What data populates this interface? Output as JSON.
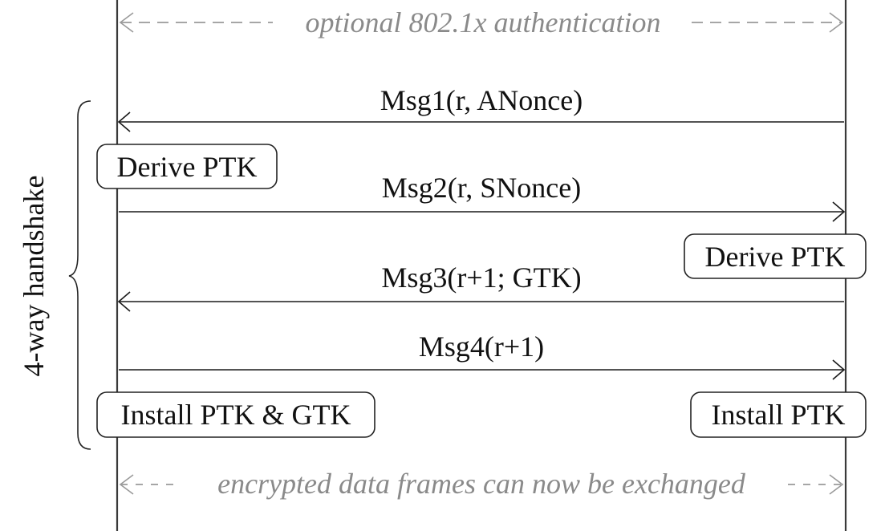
{
  "annotations": {
    "optional_auth": "optional 802.1x authentication",
    "encrypted_frames": "encrypted data frames can now be exchanged"
  },
  "messages": [
    {
      "label": "Msg1(r, ANonce)",
      "direction": "right-to-left"
    },
    {
      "label": "Msg2(r, SNonce)",
      "direction": "left-to-right"
    },
    {
      "label": "Msg3(r+1; GTK)",
      "direction": "right-to-left"
    },
    {
      "label": "Msg4(r+1)",
      "direction": "left-to-right"
    }
  ],
  "boxes": {
    "left_derive": "Derive PTK",
    "right_derive": "Derive PTK",
    "left_install": "Install PTK & GTK",
    "right_install": "Install PTK"
  },
  "brace_label": "4-way handshake",
  "colors": {
    "annotation_gray": "#8a8a8a",
    "line": "#1a1a1a"
  }
}
